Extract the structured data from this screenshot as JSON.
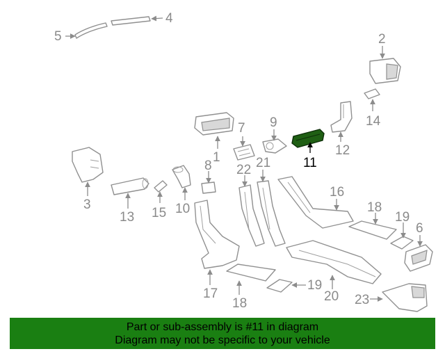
{
  "diagram": {
    "highlight_color": "#1f5f14",
    "callouts": [
      "1",
      "2",
      "3",
      "4",
      "5",
      "6",
      "7",
      "8",
      "9",
      "10",
      "11",
      "12",
      "13",
      "14",
      "15",
      "16",
      "17",
      "18",
      "18",
      "19",
      "19",
      "20",
      "21",
      "22",
      "23"
    ]
  },
  "banner": {
    "line1": "Part or sub-assembly is #11 in diagram",
    "line2": "Diagram may not be specific to your vehicle",
    "background": "#1a7f12"
  }
}
